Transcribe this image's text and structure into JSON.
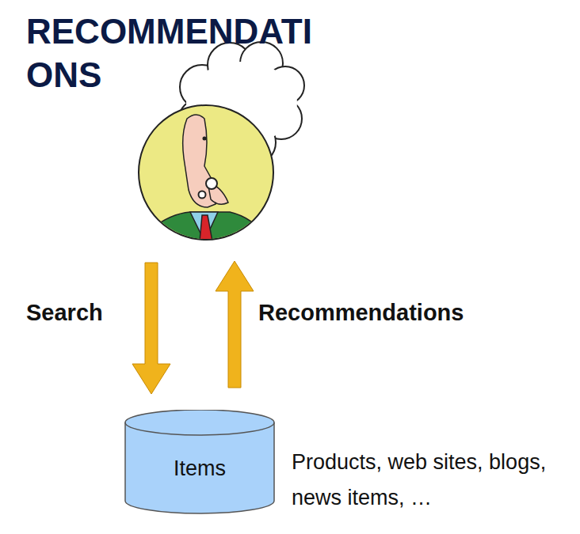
{
  "diagram": {
    "title": "RECOMMENDATI ONS",
    "nodes": [
      {
        "text": [
          "Items"
        ]
      }
    ],
    "labels": [
      "Search",
      "Recommendations",
      "Products, web sites, blogs, news items, …"
    ]
  }
}
